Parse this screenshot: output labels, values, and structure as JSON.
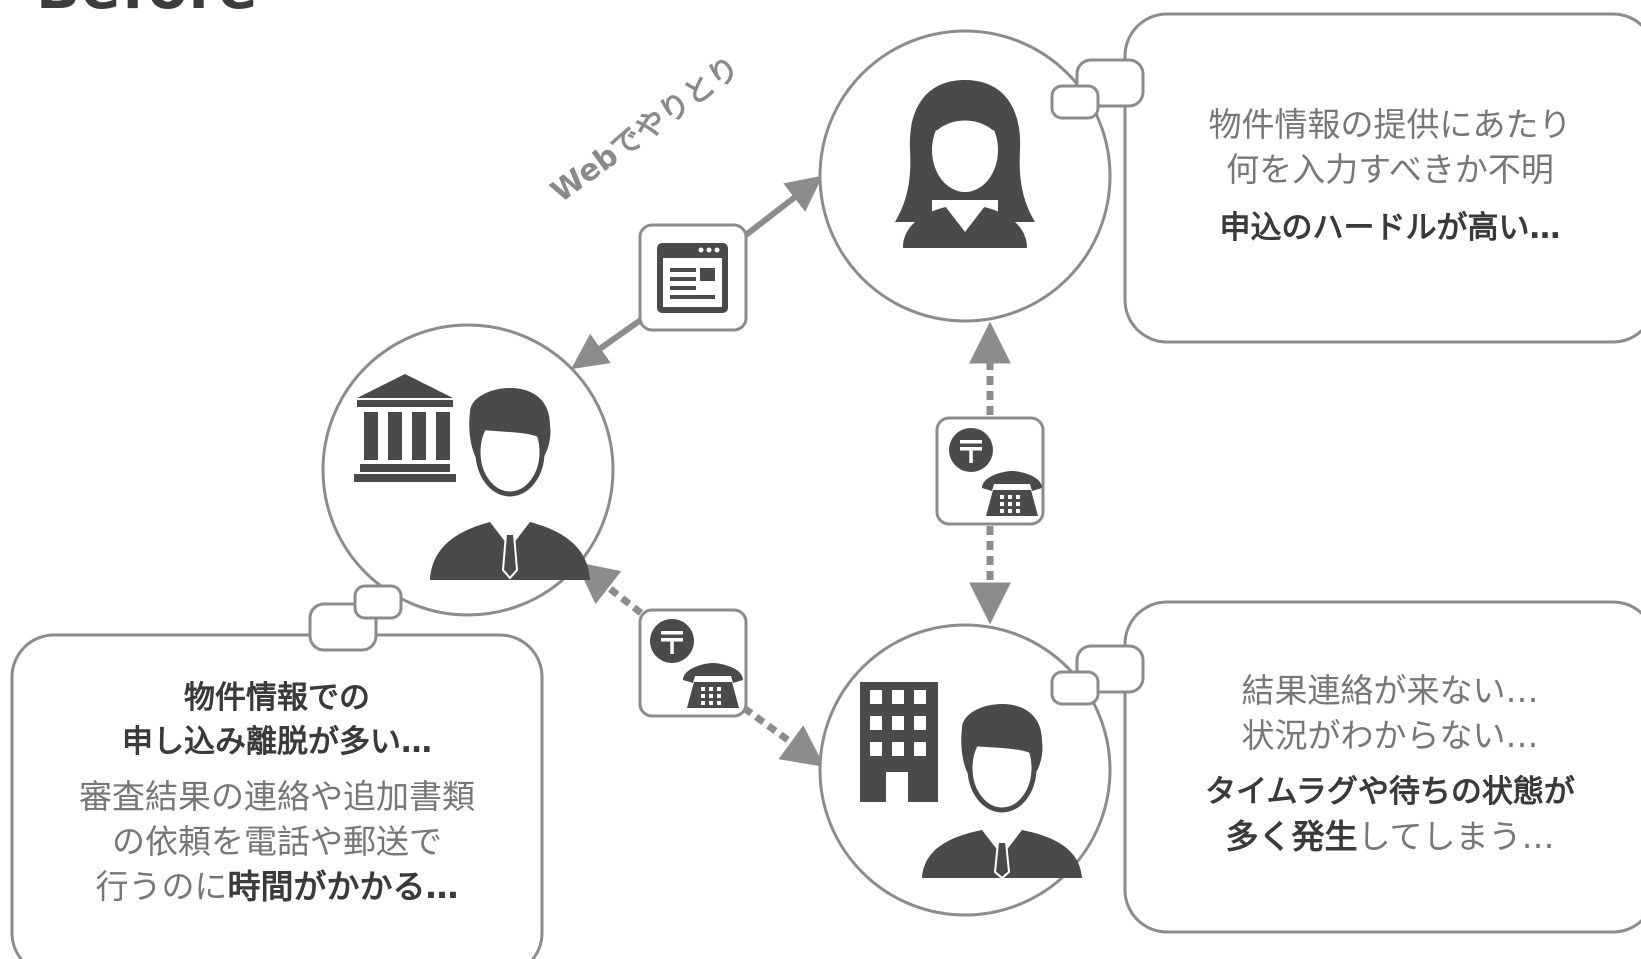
{
  "title": "Before",
  "edge_labels": {
    "web": "Webでやりとり"
  },
  "icons": {
    "browser": "browser-window-icon",
    "postal": "postal-mark-icon",
    "phone": "telephone-icon",
    "bank": "bank-building-icon",
    "office": "office-building-icon",
    "woman": "woman-person-icon",
    "man": "businessman-person-icon"
  },
  "bubbles": {
    "customer": {
      "line1": "物件情報の提供にあたり",
      "line2": "何を入力すべきか不明",
      "line3": "申込のハードルが高い…"
    },
    "bank": {
      "line1": "物件情報での",
      "line2": "申し込み離脱が多い…",
      "line3": "審査結果の連絡や追加書類",
      "line4": "の依頼を電話や郵送で",
      "line5_normal": "行うのに",
      "line5_bold": "時間がかかる…"
    },
    "realtor": {
      "line1": "結果連絡が来ない…",
      "line2": "状況がわからない…",
      "line3": "タイムラグや待ちの状態が",
      "line4_bold": "多く発生",
      "line4_normal": "してしまう…"
    }
  },
  "colors": {
    "stroke": "#8c8c8c",
    "icon": "#4a4a4a",
    "text": "#777777",
    "bold_text": "#3a3a3a"
  }
}
